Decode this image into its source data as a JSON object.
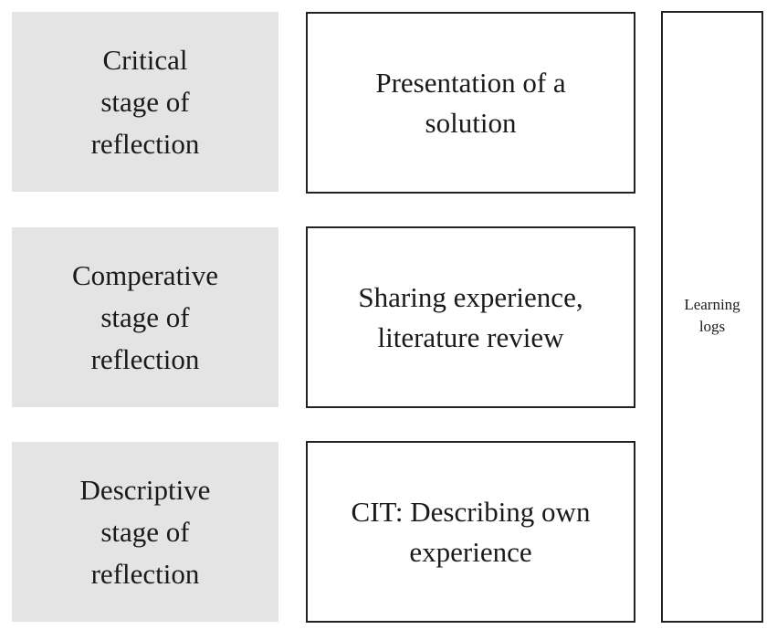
{
  "stages": [
    {
      "lines": [
        "Critical",
        "stage of",
        "reflection"
      ]
    },
    {
      "lines": [
        "Comperative",
        "stage of",
        "reflection"
      ]
    },
    {
      "lines": [
        "Descriptive",
        "stage of",
        "reflection"
      ]
    }
  ],
  "activities": [
    {
      "lines": [
        "Presentation of a",
        "solution"
      ]
    },
    {
      "lines": [
        "Sharing experience,",
        "literature review"
      ]
    },
    {
      "lines": [
        "CIT: Describing own",
        "experience"
      ]
    }
  ],
  "learning_logs": {
    "lines": [
      "Learning",
      "logs"
    ]
  },
  "colors": {
    "stage_fill": "#e5e4e4",
    "box_border": "#222222",
    "text": "#1a1a1a"
  }
}
